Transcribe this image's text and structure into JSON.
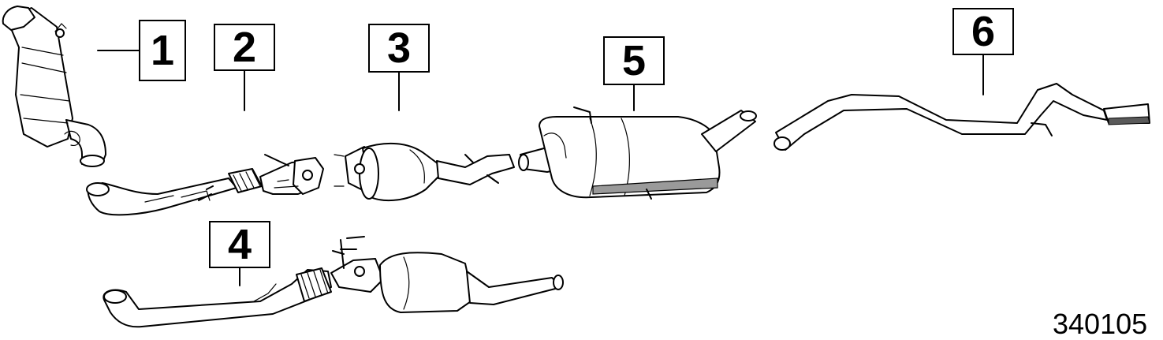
{
  "callouts": [
    "1",
    "2",
    "3",
    "4",
    "5",
    "6"
  ],
  "figure_number": "340105"
}
